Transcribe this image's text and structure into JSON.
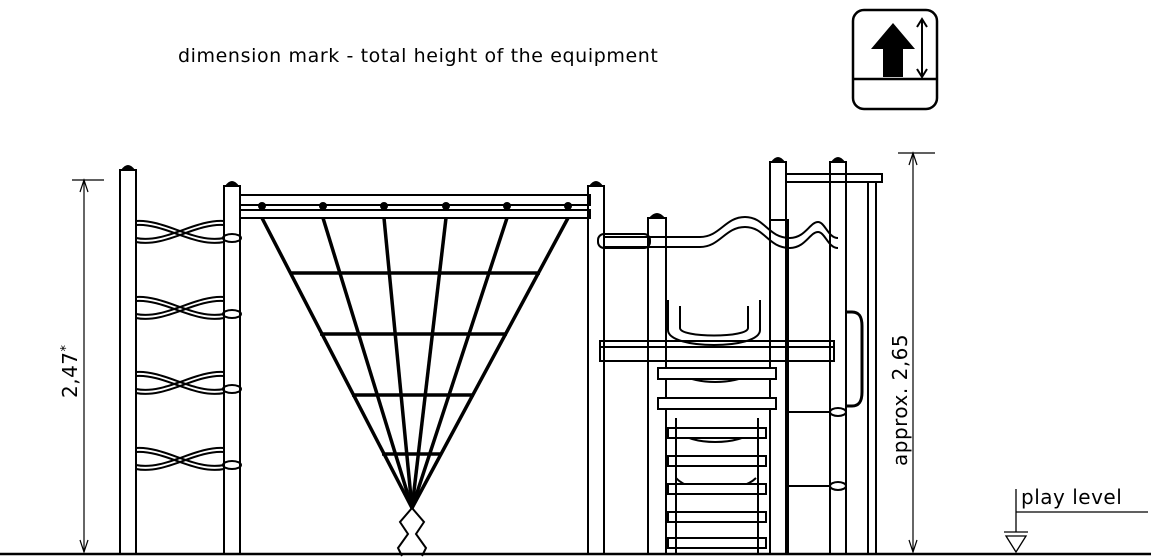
{
  "legend": {
    "caption": "dimension mark - total height of the equipment",
    "icon": "total-height-dimension-mark-icon"
  },
  "dimensions": {
    "left_height": "2,47",
    "left_height_marker": "*",
    "right_height": "approx. 2,65"
  },
  "ground": {
    "play_level_label": "play level"
  },
  "colors": {
    "stroke": "#000000",
    "background": "#ffffff"
  }
}
